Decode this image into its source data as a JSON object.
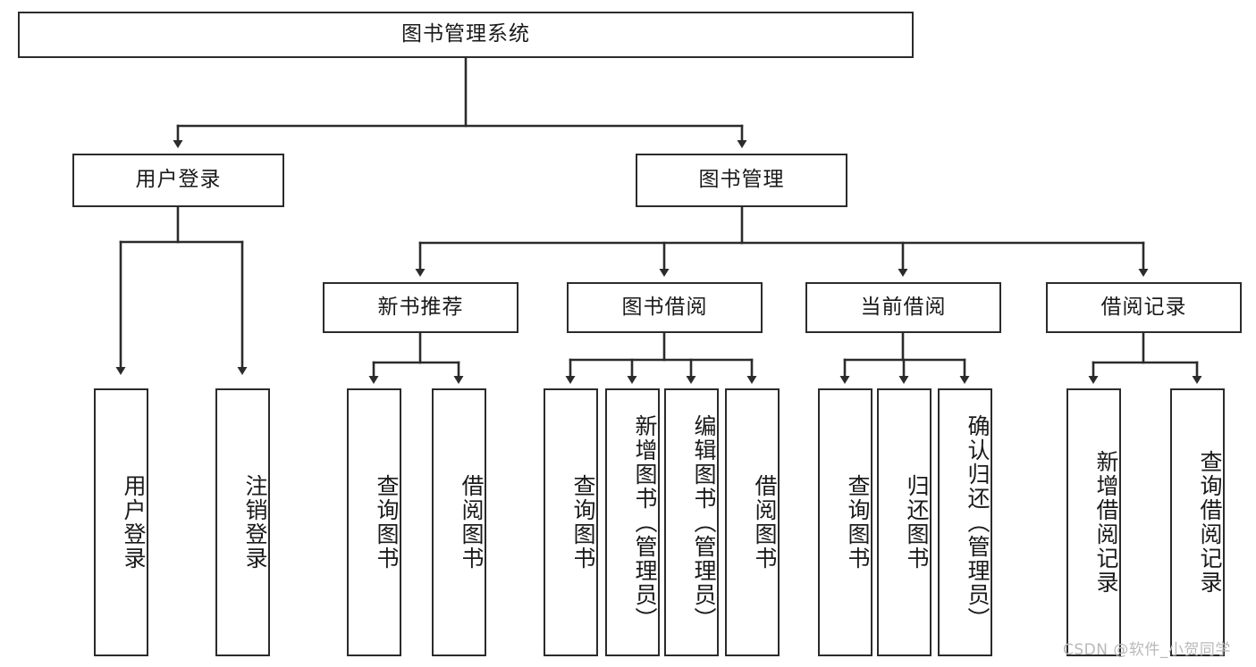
{
  "diagram": {
    "title": "图书管理系统",
    "type": "tree-hierarchy-functional-decomposition",
    "root": {
      "id": "root",
      "label": "图书管理系统"
    },
    "level2": [
      {
        "id": "user-login",
        "label": "用户登录"
      },
      {
        "id": "book-manage",
        "label": "图书管理"
      }
    ],
    "level3": [
      {
        "id": "new-book-recommend",
        "label": "新书推荐",
        "parent": "book-manage"
      },
      {
        "id": "book-borrow",
        "label": "图书借阅",
        "parent": "book-manage"
      },
      {
        "id": "current-borrow",
        "label": "当前借阅",
        "parent": "book-manage"
      },
      {
        "id": "borrow-record",
        "label": "借阅记录",
        "parent": "book-manage"
      }
    ],
    "leaves": [
      {
        "id": "leaf-user-login",
        "label": "用户登录",
        "parent": "user-login"
      },
      {
        "id": "leaf-logout-login",
        "label": "注销登录",
        "parent": "user-login"
      },
      {
        "id": "leaf-query-book-1",
        "label": "查询图书",
        "parent": "new-book-recommend"
      },
      {
        "id": "leaf-borrow-book-1",
        "label": "借阅图书",
        "parent": "new-book-recommend"
      },
      {
        "id": "leaf-query-book-2",
        "label": "查询图书",
        "parent": "book-borrow"
      },
      {
        "id": "leaf-add-book",
        "label": "新增图书（管理员）",
        "parent": "book-borrow"
      },
      {
        "id": "leaf-edit-book",
        "label": "编辑图书（管理员）",
        "parent": "book-borrow"
      },
      {
        "id": "leaf-borrow-book-2",
        "label": "借阅图书",
        "parent": "book-borrow"
      },
      {
        "id": "leaf-query-book-3",
        "label": "查询图书",
        "parent": "current-borrow"
      },
      {
        "id": "leaf-return-book",
        "label": "归还图书",
        "parent": "current-borrow"
      },
      {
        "id": "leaf-confirm-return",
        "label": "确认归还（管理员）",
        "parent": "current-borrow"
      },
      {
        "id": "leaf-add-record",
        "label": "新增借阅记录",
        "parent": "borrow-record"
      },
      {
        "id": "leaf-query-record",
        "label": "查询借阅记录",
        "parent": "borrow-record"
      }
    ],
    "watermark": "CSDN @软件_小贺同学",
    "colors": {
      "stroke": "#2b2b2b",
      "fill": "#ffffff",
      "text": "#1a1a1a",
      "watermark": "#b9b9b9"
    }
  }
}
